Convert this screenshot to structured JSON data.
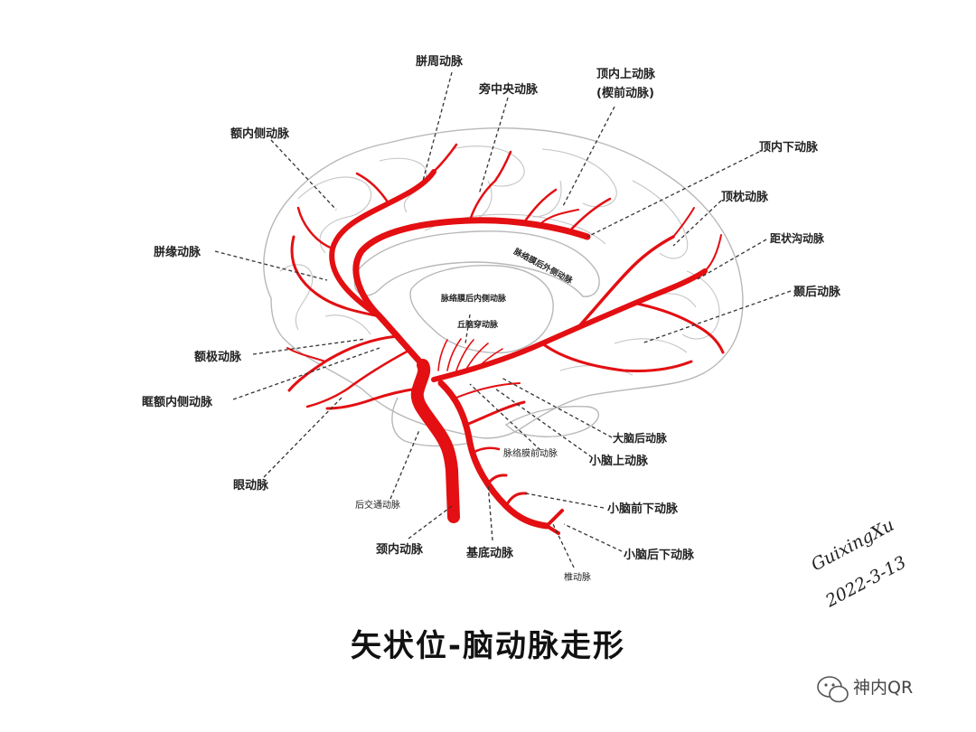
{
  "title": "矢状位-脑动脉走形",
  "signature": {
    "name": "GuixingXu",
    "date": "2022-3-13"
  },
  "watermark": "神内QR",
  "colors": {
    "artery": "#e30f12",
    "brain_outline": "#b8b8b8",
    "leader": "#333333"
  },
  "labels": {
    "callosomarginal_left": "胼周动脉",
    "paracentral": "旁中央动脉",
    "precuneal_1": "顶内上动脉",
    "precuneal_2": "(楔前动脉)",
    "frontal_medial": "额内侧动脉",
    "parietal_inferior": "顶内下动脉",
    "parieto_occipital": "顶枕动脉",
    "calcarine": "距状沟动脉",
    "callosomarginal": "胼缘动脉",
    "temporal_posterior": "颞后动脉",
    "frontopolar": "额极动脉",
    "orbitofrontal": "眶额内侧动脉",
    "ophthalmic": "眼动脉",
    "pcomm": "后交通动脉",
    "ica": "颈内动脉",
    "basilar": "基底动脉",
    "vertebral": "椎动脉",
    "pica": "小脑后下动脉",
    "aica": "小脑前下动脉",
    "sca": "小脑上动脉",
    "pca": "大脑后动脉",
    "anterior_choroidal": "脉络膜前动脉",
    "thalamoperforating": "丘脑穿动脉",
    "posterior_medial_choroidal": "脉络膜后内侧动脉",
    "posterior_lateral_choroidal": "脉络膜后外侧动脉"
  }
}
